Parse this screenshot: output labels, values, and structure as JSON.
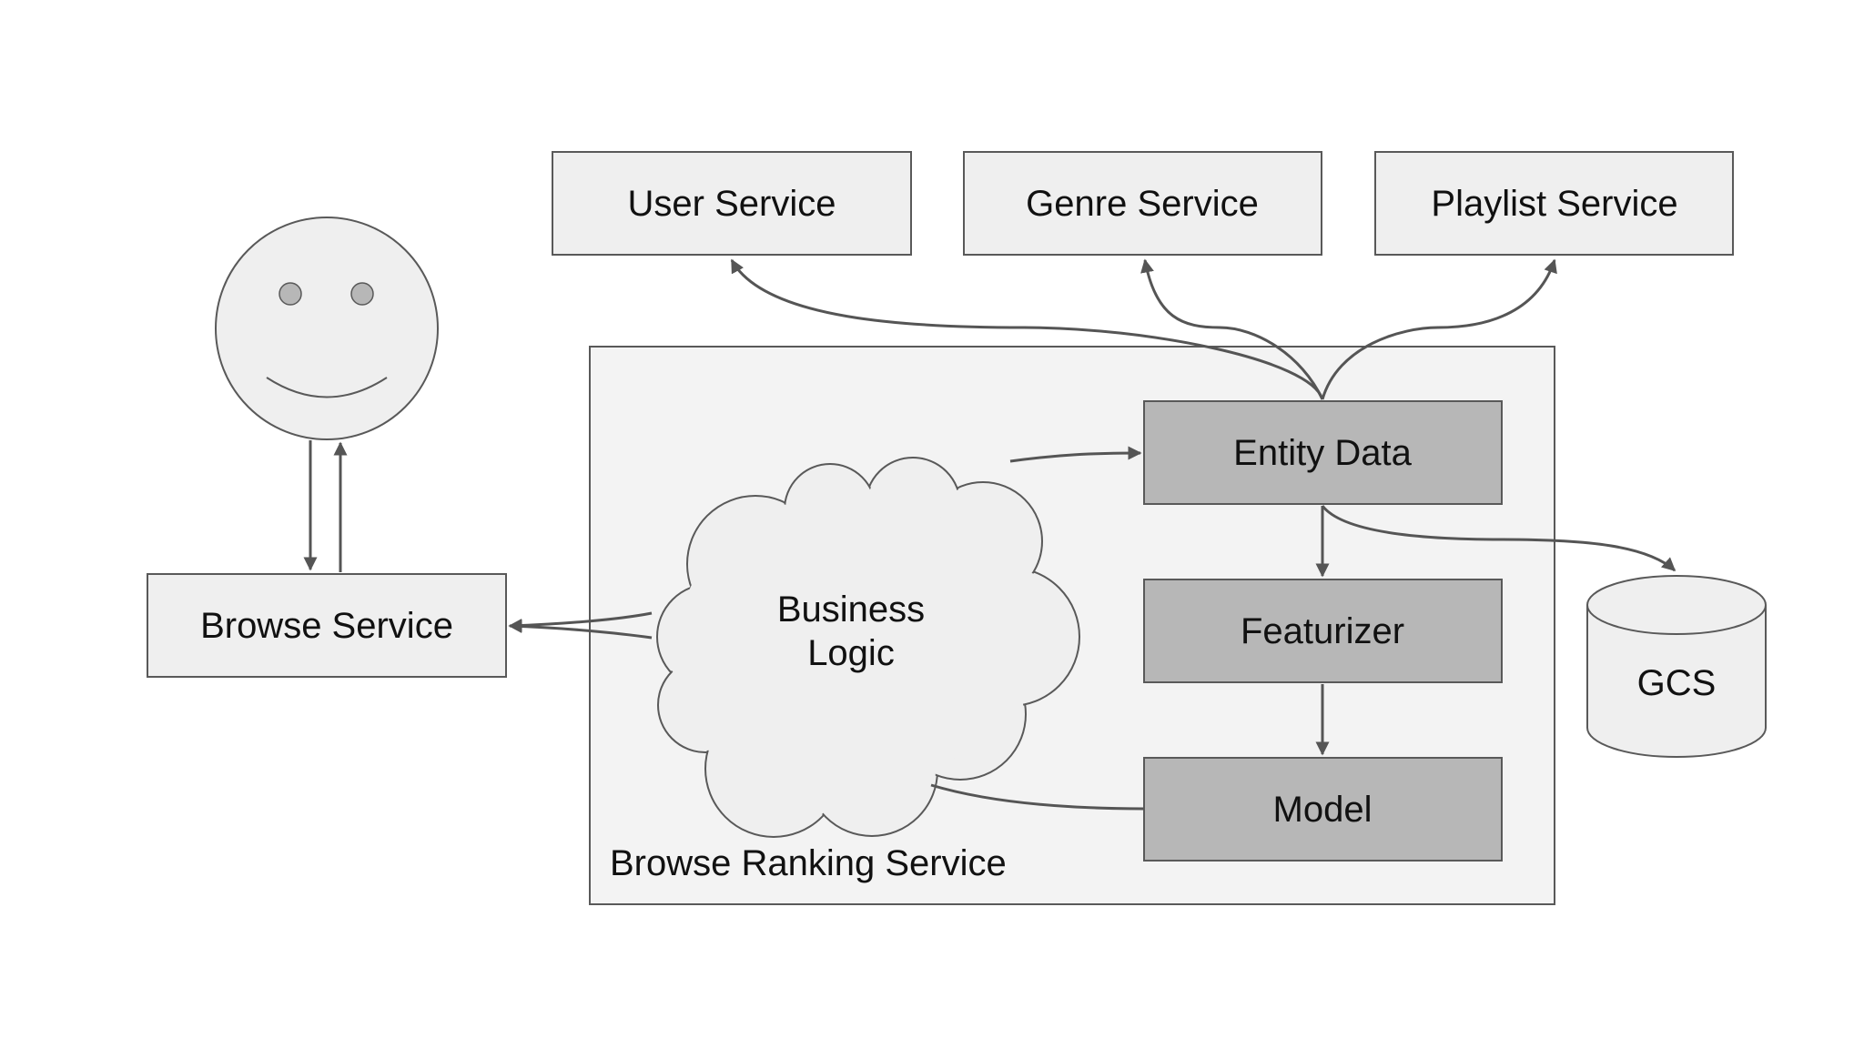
{
  "nodes": {
    "user_service": "User Service",
    "genre_service": "Genre Service",
    "playlist_service": "Playlist Service",
    "browse_service": "Browse Service",
    "entity_data": "Entity Data",
    "featurizer": "Featurizer",
    "model": "Model",
    "business_logic_line1": "Business",
    "business_logic_line2": "Logic",
    "gcs": "GCS",
    "container": "Browse Ranking Service"
  },
  "actor": {
    "icon": "smiley-face-icon"
  },
  "colors": {
    "light_box": "#efefef",
    "dark_box": "#b7b7b7",
    "container_fill": "#f3f3f3",
    "stroke": "#595959",
    "arrow": "#555555"
  }
}
